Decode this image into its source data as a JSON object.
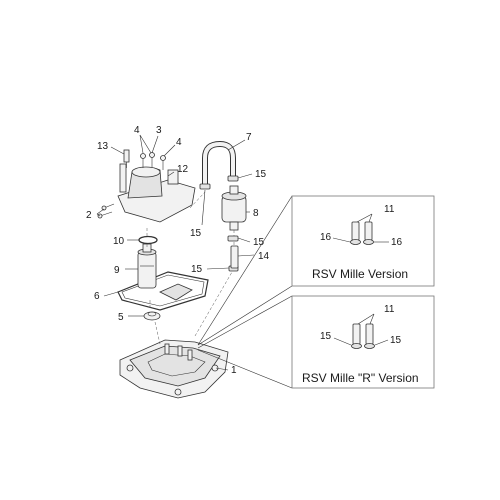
{
  "callouts": {
    "c1": "1",
    "c2": "2",
    "c3": "3",
    "c4a": "4",
    "c4b": "4",
    "c5": "5",
    "c6": "6",
    "c7": "7",
    "c8": "8",
    "c9": "9",
    "c10": "10",
    "c12": "12",
    "c13": "13",
    "c14": "14",
    "c15a": "15",
    "c15b": "15",
    "c15c": "15",
    "c15d": "15",
    "box1_11": "11",
    "box1_16a": "16",
    "box1_16b": "16",
    "box2_11": "11",
    "box2_15a": "15",
    "box2_15b": "15"
  },
  "versions": {
    "top_caption": "RSV Mille Version",
    "bottom_caption": "RSV Mille \"R\" Version"
  }
}
